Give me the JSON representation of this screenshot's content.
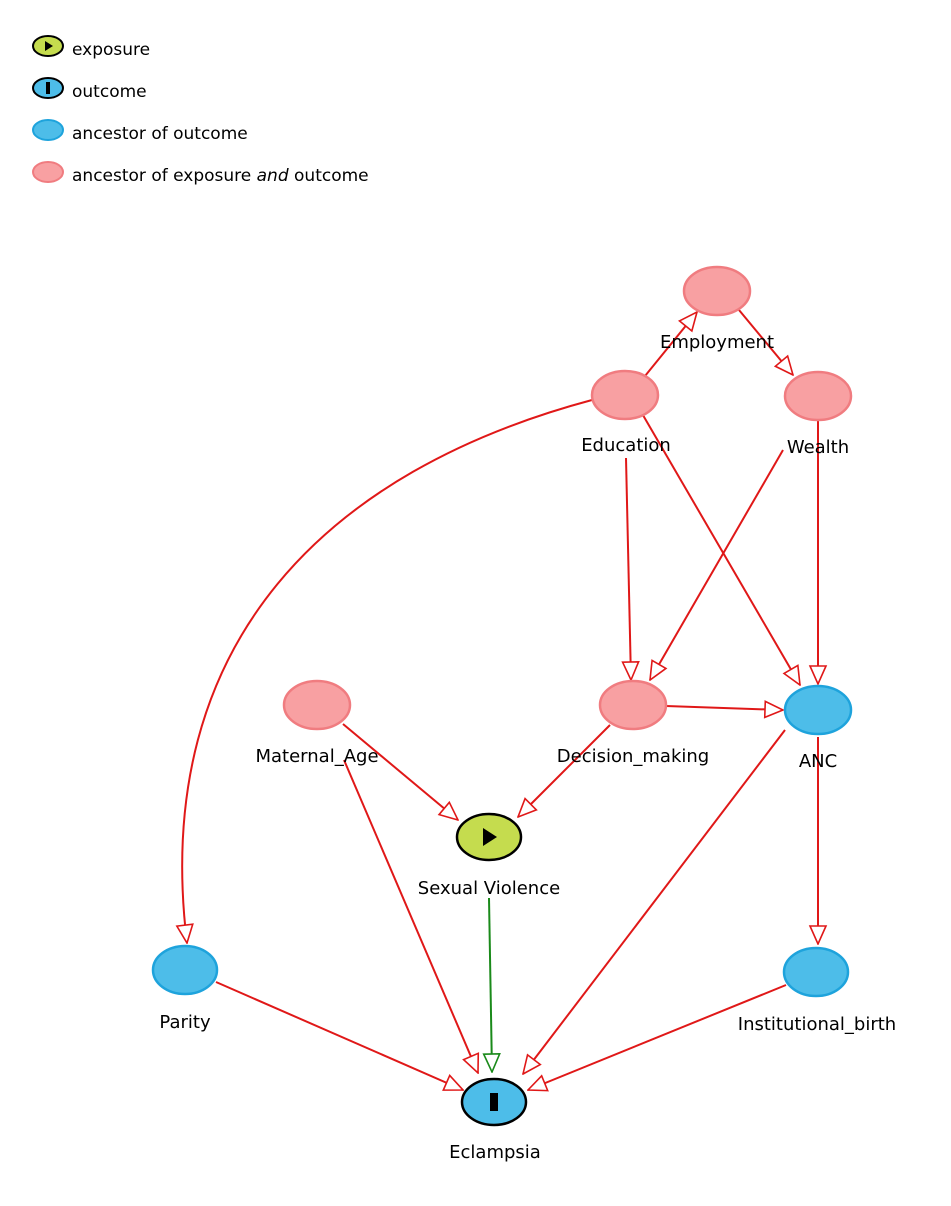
{
  "legend": {
    "items": [
      {
        "key": "exposure",
        "label": "exposure"
      },
      {
        "key": "outcome",
        "label": "outcome"
      },
      {
        "key": "ancestor-outcome",
        "label": "ancestor of outcome"
      },
      {
        "key": "ancestor-both",
        "label_prefix": "ancestor of exposure ",
        "label_emph": "and",
        "label_suffix": " outcome"
      }
    ]
  },
  "colors": {
    "exposure_fill": "#c5dc4e",
    "outcome_fill": "#4dbde9",
    "ancestor_outcome_fill": "#4dbde9",
    "ancestor_outcome_stroke": "#1ea3dc",
    "ancestor_both_fill": "#f8a0a2",
    "ancestor_both_stroke": "#f07c80",
    "biasing_edge": "#e01818",
    "causal_edge": "#1a8a1a"
  },
  "nodes": {
    "employment": "Employment",
    "education": "Education",
    "wealth": "Wealth",
    "maternal_age": "Maternal_Age",
    "decision_making": "Decision_making",
    "anc": "ANC",
    "sexual_violence": "Sexual Violence",
    "parity": "Parity",
    "institutional_birth": "Institutional_birth",
    "eclampsia": "Eclampsia"
  }
}
